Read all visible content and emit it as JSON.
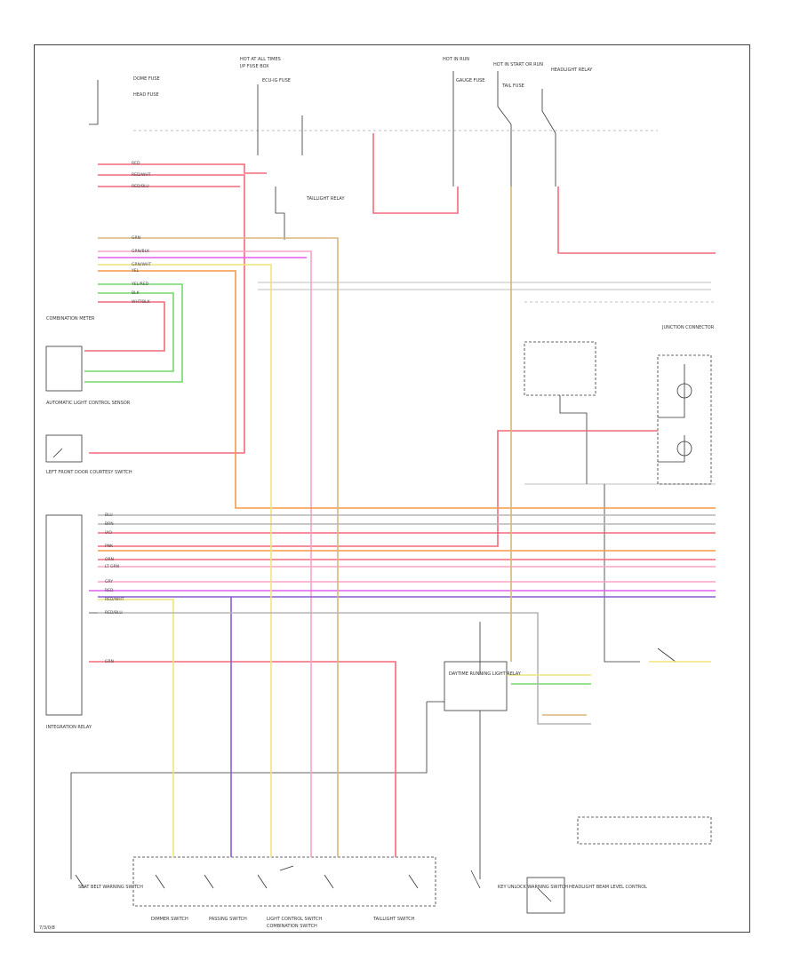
{
  "diagram": {
    "footer_code": "7/3/0/8",
    "colors": {
      "red": "#f26a7a",
      "pink": "#f6a3c7",
      "orange": "#f39a45",
      "yellow": "#f0e47a",
      "green": "#73d96a",
      "magenta": "#e05ef0",
      "violet": "#8a5cd1",
      "tan": "#d8b67c",
      "gray": "#b5b5b5",
      "black": "#333333"
    },
    "top_labels": [
      "HOT AT ALL TIMES",
      "HOT IN RUN",
      "HOT IN START OR RUN"
    ],
    "fuse_labels": [
      "I/P FUSE BOX",
      "DOME FUSE",
      "ECU-IG FUSE",
      "GAUGE FUSE",
      "TAIL FUSE",
      "HEAD FUSE"
    ],
    "component_labels": [
      "COMBINATION METER",
      "AUTOMATIC LIGHT CONTROL SENSOR",
      "LEFT FRONT DOOR COURTESY SWITCH",
      "LIGHT CONTROL SWITCH",
      "DIMMER SWITCH",
      "HEADLIGHT RELAY",
      "TAILLIGHT RELAY",
      "INTEGRATION RELAY",
      "JUNCTION CONNECTOR",
      "DAYTIME RUNNING LIGHT RELAY",
      "PASSING SWITCH",
      "TAILLIGHT SWITCH",
      "SEAT BELT WARNING SWITCH",
      "KEY UNLOCK WARNING SWITCH",
      "COMBINATION SWITCH",
      "HEADLIGHT BEAM LEVEL CONTROL"
    ],
    "wire_labels": [
      "RED",
      "RED/WHT",
      "RED/BLU",
      "GRN",
      "GRN/BLK",
      "GRN/WHT",
      "YEL",
      "YEL/RED",
      "BLK",
      "WHT/BLK",
      "BLU",
      "BRN",
      "VIO",
      "PNK",
      "ORN",
      "LT GRN",
      "GRY"
    ]
  }
}
